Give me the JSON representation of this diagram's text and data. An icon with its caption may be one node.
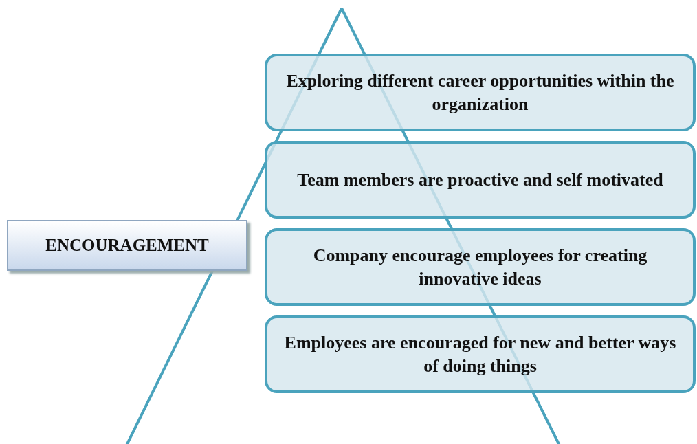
{
  "diagram": {
    "nodes": [
      {
        "text": [
          "ENCOURAGEMENT"
        ]
      },
      {
        "text": [
          "Exploring different career opportunities within the organization"
        ]
      },
      {
        "text": [
          "Team members are proactive and self motivated"
        ]
      },
      {
        "text": [
          "Company encourage employees for creating innovative ideas"
        ]
      },
      {
        "text": [
          "Employees are encouraged for new and better ways of doing things"
        ]
      }
    ]
  }
}
